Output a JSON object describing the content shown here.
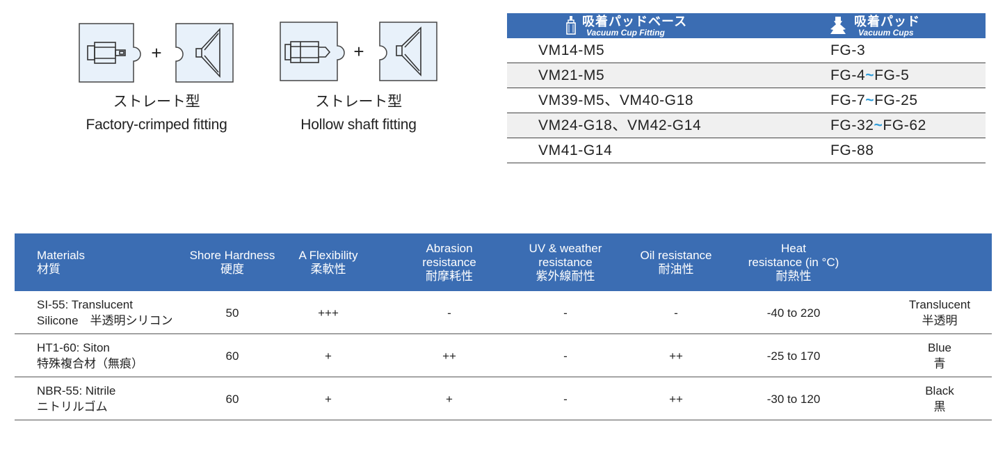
{
  "fittings": [
    {
      "caption_jp": "ストレート型",
      "caption_en": "Factory-crimped fitting",
      "plus": "+"
    },
    {
      "caption_jp": "ストレート型",
      "caption_en": "Hollow shaft fitting",
      "plus": "+"
    }
  ],
  "compat_table": {
    "header": {
      "fitting_icon": "fitting-icon",
      "fitting_jp": "吸着パッドベース",
      "fitting_en": "Vacuum Cup  Fitting",
      "cups_icon": "vacuum-cup-icon",
      "cups_jp": "吸着パッド",
      "cups_en": "Vacuum Cups"
    },
    "rows": [
      {
        "fitting": "VM14-M5",
        "cup_from": "FG-3",
        "sep": "",
        "cup_to": ""
      },
      {
        "fitting": "VM21-M5",
        "cup_from": "FG-4",
        "sep": "~",
        "cup_to": "FG-5"
      },
      {
        "fitting": "VM39-M5、VM40-G18",
        "cup_from": "FG-7",
        "sep": "~",
        "cup_to": "FG-25"
      },
      {
        "fitting": "VM24-G18、VM42-G14",
        "cup_from": "FG-32",
        "sep": "~",
        "cup_to": "FG-62"
      },
      {
        "fitting": "VM41-G14",
        "cup_from": "FG-88",
        "sep": "",
        "cup_to": ""
      }
    ]
  },
  "materials_table": {
    "headers": {
      "materials": [
        "Materials",
        "材質"
      ],
      "hardness": [
        "Shore Hardness",
        "硬度"
      ],
      "flexibility": [
        "A Flexibility",
        "柔軟性"
      ],
      "abrasion": [
        "Abrasion",
        "resistance",
        "耐摩耗性"
      ],
      "uv": [
        "UV & weather",
        "resistance",
        "紫外線耐性"
      ],
      "oil": [
        "Oil resistance",
        "耐油性"
      ],
      "heat": [
        "Heat",
        "resistance (in °C)",
        "耐熱性"
      ]
    },
    "rows": [
      {
        "material_en": "SI-55:  Translucent",
        "material_jp": "Silicone　半透明シリコン",
        "hardness": "50",
        "flexibility": "+++",
        "abrasion": "-",
        "uv": "-",
        "oil": "-",
        "heat": "-40 to 220",
        "color_en": "Translucent",
        "color_jp": "半透明"
      },
      {
        "material_en": "HT1-60: Siton",
        "material_jp": "特殊複合材（無痕）",
        "hardness": "60",
        "flexibility": "+",
        "abrasion": "++",
        "uv": "-",
        "oil": "++",
        "heat": "-25 to 170",
        "color_en": "Blue",
        "color_jp": "青"
      },
      {
        "material_en": "NBR-55: Nitrile",
        "material_jp": "ニトリルゴム",
        "hardness": "60",
        "flexibility": "+",
        "abrasion": "+",
        "uv": "-",
        "oil": "++",
        "heat": "-30 to 120",
        "color_en": "Black",
        "color_jp": "黒"
      }
    ]
  },
  "colors": {
    "header_blue": "#3b6db3",
    "tilde_blue": "#2a9ad8",
    "diagram_fill": "#e8f1fa"
  }
}
